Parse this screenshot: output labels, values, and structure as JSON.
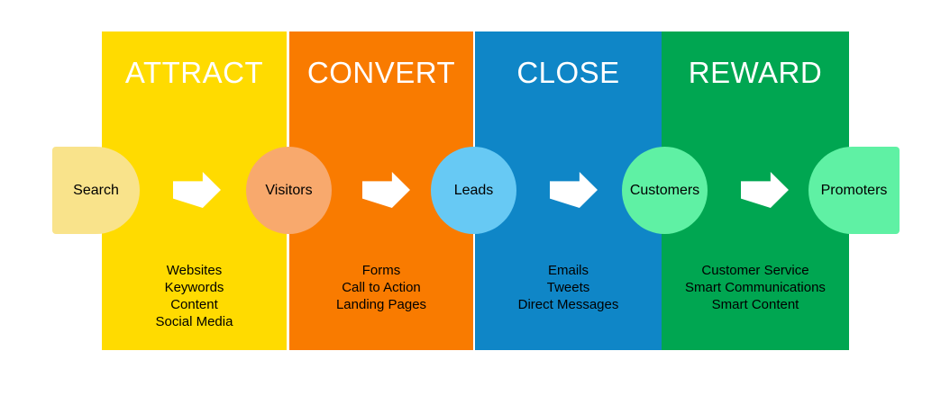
{
  "colors": {
    "background": "#ffffff",
    "stage_title_text": "#ffffff",
    "body_text": "#000000",
    "arrow": "#ffffff"
  },
  "stages": [
    {
      "label": "ATTRACT",
      "color": "#FFDB00",
      "items": [
        "Websites",
        "Keywords",
        "Content",
        "Social Media"
      ]
    },
    {
      "label": "CONVERT",
      "color": "#F97B00",
      "items": [
        "Forms",
        "Call to Action",
        "Landing Pages"
      ]
    },
    {
      "label": "CLOSE",
      "color": "#0F86C7",
      "items": [
        "Emails",
        "Tweets",
        "Direct Messages"
      ]
    },
    {
      "label": "REWARD",
      "color": "#00A651",
      "items": [
        "Customer Service",
        "Smart Communications",
        "Smart Content"
      ]
    }
  ],
  "nodes": [
    {
      "label": "Search",
      "color": "#F9E38B"
    },
    {
      "label": "Visitors",
      "color": "#F8A96D"
    },
    {
      "label": "Leads",
      "color": "#67C9F4"
    },
    {
      "label": "Customers",
      "color": "#5FF1A4"
    },
    {
      "label": "Promoters",
      "color": "#5FF1A4"
    }
  ]
}
